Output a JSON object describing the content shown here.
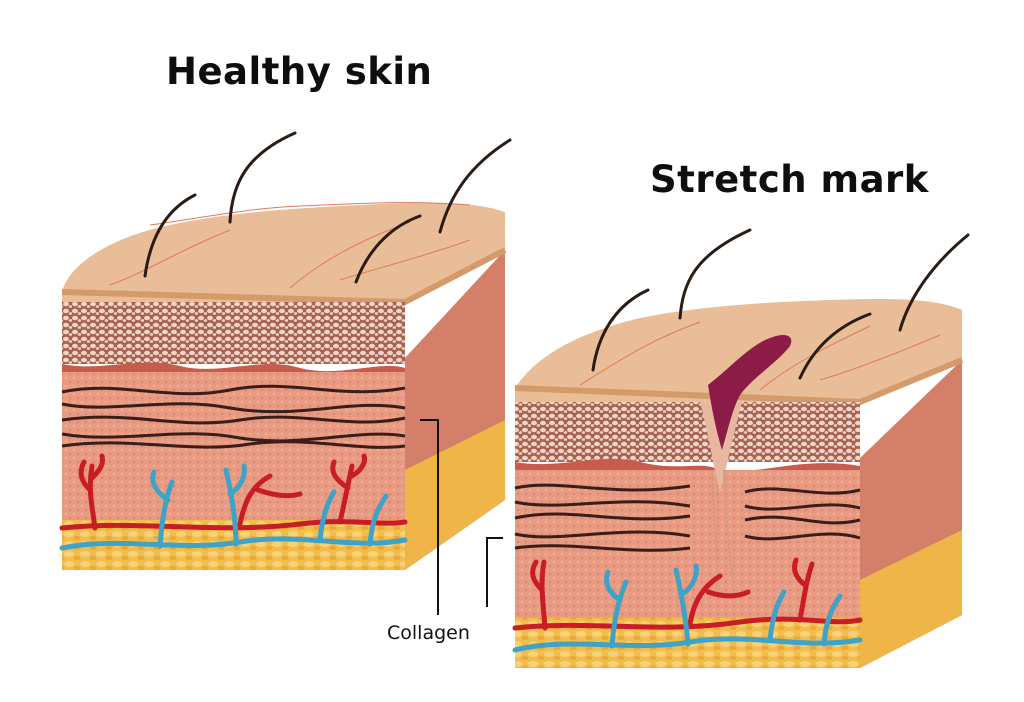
{
  "labels": {
    "healthy_title": "Healthy skin",
    "stretch_title": "Stretch mark",
    "collagen": "Collagen"
  },
  "colors": {
    "epidermis_top": "#e7b890",
    "epidermis_edge": "#d99b6c",
    "dermis_cells": "#c97a6a",
    "dermis": "#e89a82",
    "side_face": "#d9826c",
    "fat": "#f3c14f",
    "fiber": "#3a1e1a",
    "artery": "#c81d24",
    "vein": "#3fa3c8",
    "stretch_mark": "#8c1b48",
    "hair": "#2a1b14"
  },
  "icons": [
    "hair-icon",
    "artery-icon",
    "vein-icon",
    "stretch-mark-icon"
  ]
}
